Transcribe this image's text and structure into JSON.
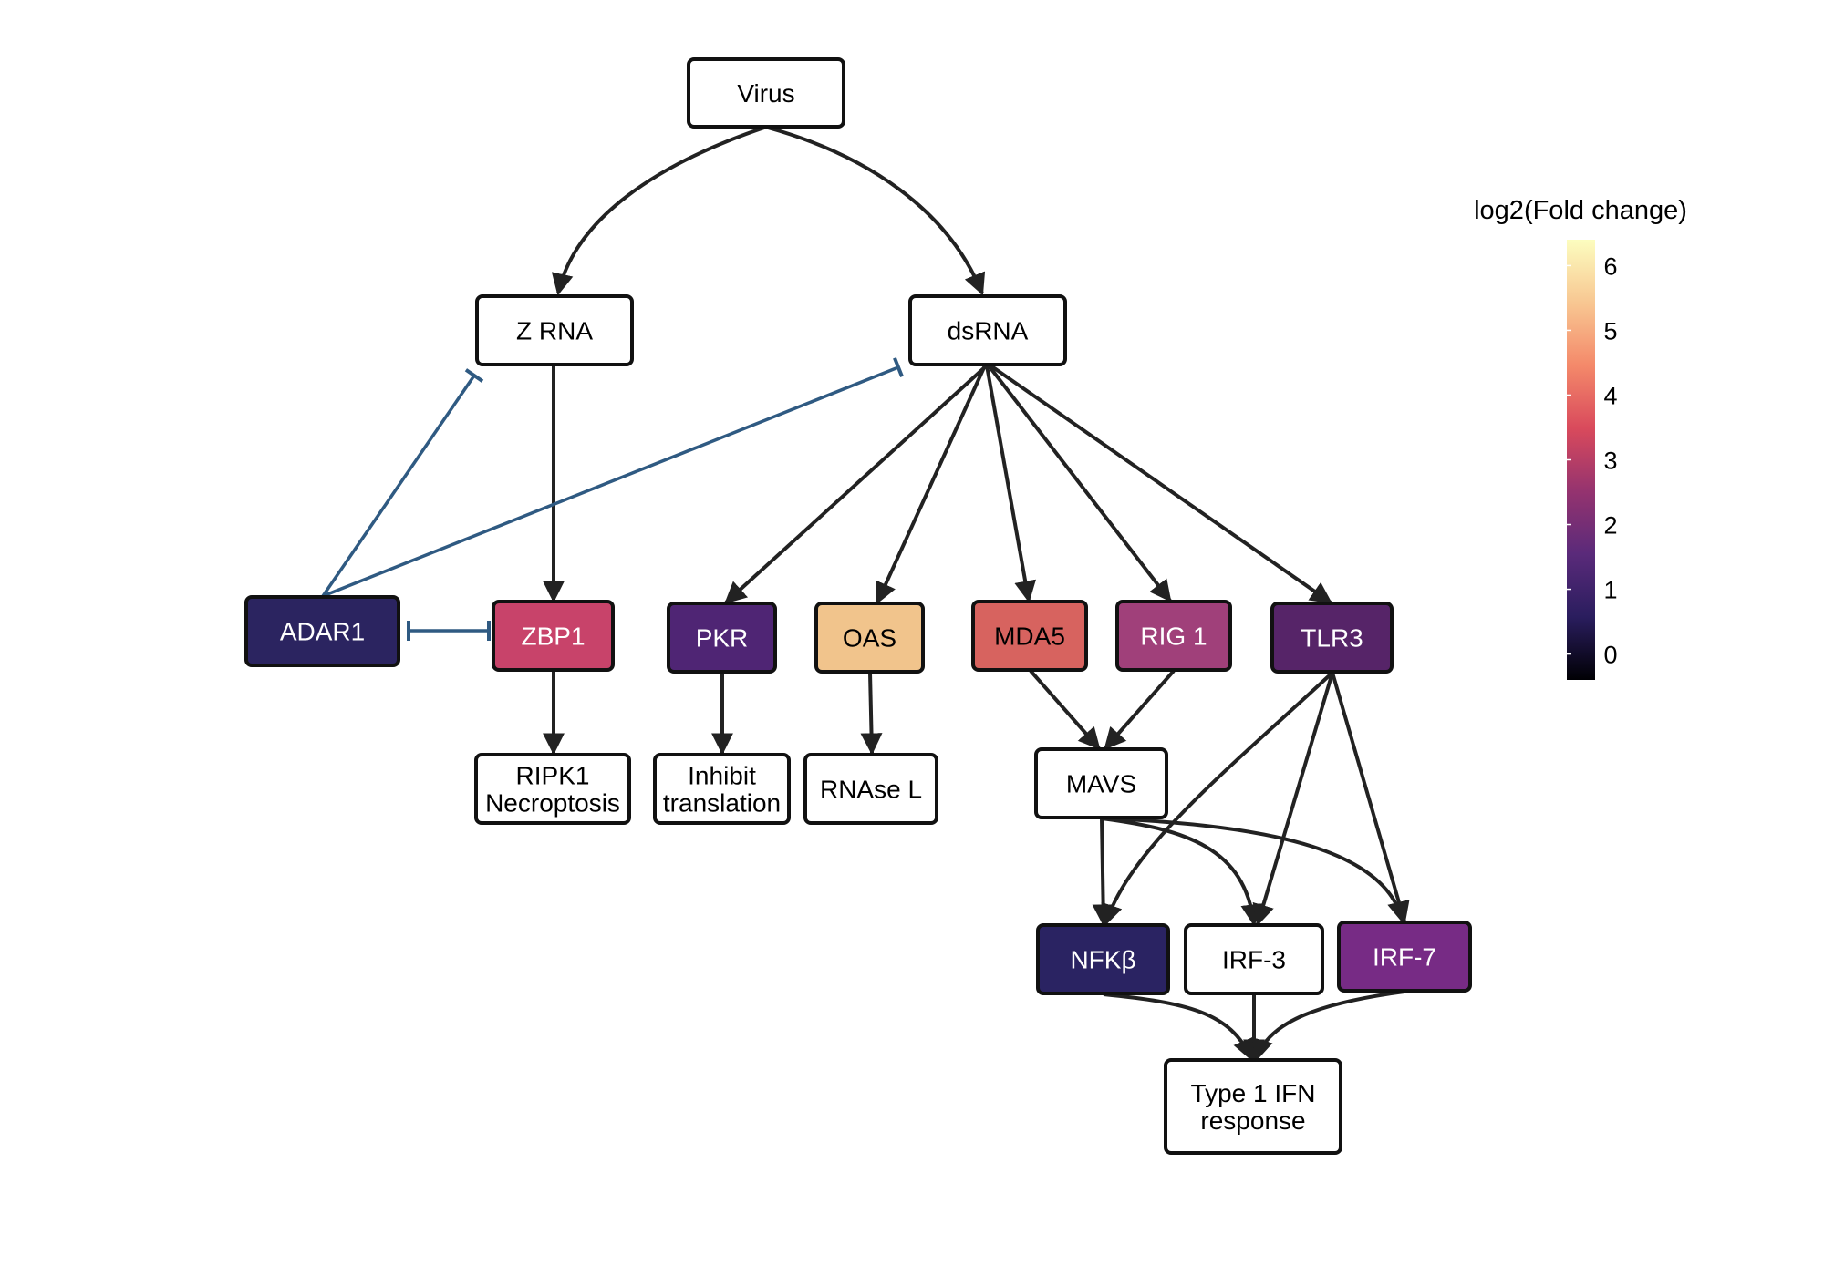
{
  "colors": {
    "edge": "#222222",
    "inhibit": "#2f5a82",
    "node_border": "#111111",
    "blank_fill": "#ffffff"
  },
  "nodes": [
    {
      "id": "virus",
      "lines": [
        "Virus"
      ],
      "fill": "#ffffff",
      "text_color": "#000000"
    },
    {
      "id": "zrna",
      "lines": [
        "Z RNA"
      ],
      "fill": "#ffffff",
      "text_color": "#000000"
    },
    {
      "id": "dsrna",
      "lines": [
        "dsRNA"
      ],
      "fill": "#ffffff",
      "text_color": "#000000"
    },
    {
      "id": "adar1",
      "lines": [
        "ADAR1"
      ],
      "fill": "#2b2460",
      "text_color": "#ffffff",
      "log2fc": 0.9
    },
    {
      "id": "zbp1",
      "lines": [
        "ZBP1"
      ],
      "fill": "#c8436a",
      "text_color": "#ffffff",
      "log2fc": 3.5
    },
    {
      "id": "pkr",
      "lines": [
        "PKR"
      ],
      "fill": "#4f2574",
      "text_color": "#ffffff",
      "log2fc": 1.5
    },
    {
      "id": "oas",
      "lines": [
        "OAS"
      ],
      "fill": "#f1c48c",
      "text_color": "#000000",
      "log2fc": 5.5
    },
    {
      "id": "mda5",
      "lines": [
        "MDA5"
      ],
      "fill": "#d7635f",
      "text_color": "#000000",
      "log2fc": 4.3
    },
    {
      "id": "rig1",
      "lines": [
        "RIG 1"
      ],
      "fill": "#a0407a",
      "text_color": "#ffffff",
      "log2fc": 2.8
    },
    {
      "id": "tlr3",
      "lines": [
        "TLR3"
      ],
      "fill": "#562468",
      "text_color": "#ffffff",
      "log2fc": 1.8
    },
    {
      "id": "ripk1",
      "lines": [
        "RIPK1",
        "Necroptosis"
      ],
      "fill": "#ffffff",
      "text_color": "#000000"
    },
    {
      "id": "inhibit",
      "lines": [
        "Inhibit",
        "translation"
      ],
      "fill": "#ffffff",
      "text_color": "#000000"
    },
    {
      "id": "rnasel",
      "lines": [
        "RNAse L"
      ],
      "fill": "#ffffff",
      "text_color": "#000000"
    },
    {
      "id": "mavs",
      "lines": [
        "MAVS"
      ],
      "fill": "#ffffff",
      "text_color": "#000000"
    },
    {
      "id": "nfkb",
      "lines": [
        "NFKβ"
      ],
      "fill": "#2a2362",
      "text_color": "#ffffff",
      "log2fc": 0.9
    },
    {
      "id": "irf3",
      "lines": [
        "IRF-3"
      ],
      "fill": "#ffffff",
      "text_color": "#000000"
    },
    {
      "id": "irf7",
      "lines": [
        "IRF-7"
      ],
      "fill": "#772b85",
      "text_color": "#ffffff",
      "log2fc": 2.3
    },
    {
      "id": "ifn",
      "lines": [
        "Type 1 IFN",
        "response"
      ],
      "fill": "#ffffff",
      "text_color": "#000000"
    }
  ],
  "edges": [
    {
      "from": "virus",
      "to": "zrna",
      "type": "activate"
    },
    {
      "from": "virus",
      "to": "dsrna",
      "type": "activate"
    },
    {
      "from": "zrna",
      "to": "zbp1",
      "type": "activate"
    },
    {
      "from": "dsrna",
      "to": "pkr",
      "type": "activate"
    },
    {
      "from": "dsrna",
      "to": "oas",
      "type": "activate"
    },
    {
      "from": "dsrna",
      "to": "mda5",
      "type": "activate"
    },
    {
      "from": "dsrna",
      "to": "rig1",
      "type": "activate"
    },
    {
      "from": "dsrna",
      "to": "tlr3",
      "type": "activate"
    },
    {
      "from": "zbp1",
      "to": "ripk1",
      "type": "activate"
    },
    {
      "from": "pkr",
      "to": "inhibit",
      "type": "activate"
    },
    {
      "from": "oas",
      "to": "rnasel",
      "type": "activate"
    },
    {
      "from": "mda5",
      "to": "mavs",
      "type": "activate"
    },
    {
      "from": "rig1",
      "to": "mavs",
      "type": "activate"
    },
    {
      "from": "mavs",
      "to": "nfkb",
      "type": "activate"
    },
    {
      "from": "mavs",
      "to": "irf3",
      "type": "activate"
    },
    {
      "from": "mavs",
      "to": "irf7",
      "type": "activate"
    },
    {
      "from": "tlr3",
      "to": "nfkb",
      "type": "activate"
    },
    {
      "from": "tlr3",
      "to": "irf3",
      "type": "activate"
    },
    {
      "from": "tlr3",
      "to": "irf7",
      "type": "activate"
    },
    {
      "from": "nfkb",
      "to": "ifn",
      "type": "activate"
    },
    {
      "from": "irf3",
      "to": "ifn",
      "type": "activate"
    },
    {
      "from": "irf7",
      "to": "ifn",
      "type": "activate"
    },
    {
      "from": "adar1",
      "to": "zrna",
      "type": "inhibit"
    },
    {
      "from": "adar1",
      "to": "dsrna",
      "type": "inhibit"
    },
    {
      "from": "adar1",
      "to": "zbp1",
      "type": "inhibit"
    }
  ],
  "legend": {
    "title": "log2(Fold change)",
    "min": -0.4,
    "max": 6.4,
    "ticks": [
      0,
      1,
      2,
      3,
      4,
      5,
      6
    ],
    "stops": [
      "#000004",
      "#2a1d5e",
      "#5a2a7a",
      "#95336f",
      "#d94a5c",
      "#f4896a",
      "#f8c792",
      "#fcfdbf"
    ]
  }
}
